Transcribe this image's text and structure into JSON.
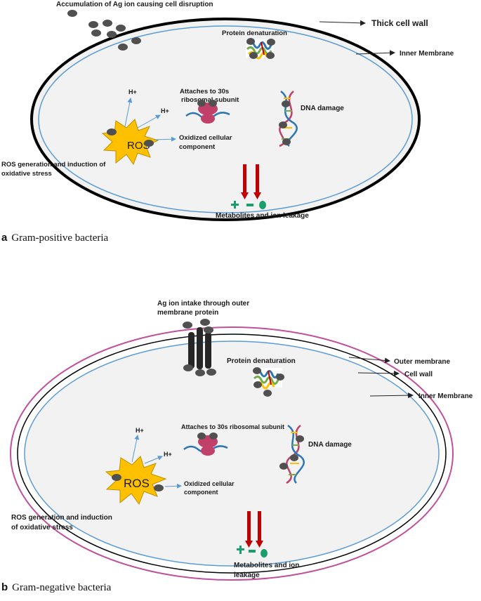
{
  "panel_a": {
    "letter": "a",
    "caption": "Gram-positive bacteria",
    "labels": {
      "accumulation": "Accumulation of Ag ion causing cell disruption",
      "thick_wall": "Thick cell wall",
      "inner_membrane": "Inner Membrane",
      "protein": "Protein denaturation",
      "ribosome_1": "Attaches to 30s",
      "ribosome_2": "ribosomal subunit",
      "dna": "DNA damage",
      "h_plus_1": "H+",
      "h_plus_2": "H+",
      "ros": "ROS",
      "oxidized_1": "Oxidized cellular",
      "oxidized_2": "component",
      "ros_gen_1": "ROS generation and induction of",
      "ros_gen_2": "oxidative stress",
      "metabolites": "Metabolites and ion leakage"
    }
  },
  "panel_b": {
    "letter": "b",
    "caption": "Gram-negative bacteria",
    "labels": {
      "intake_1": "Ag ion intake through outer",
      "intake_2": "membrane protein",
      "outer_membrane": "Outer membrane",
      "cell_wall": "Cell wall",
      "inner_membrane": "Inner Membrane",
      "protein": "Protein denaturation",
      "ribosome": "Attaches to 30s ribosomal subunit",
      "dna": "DNA damage",
      "h_plus_1": "H+",
      "h_plus_2": "H+",
      "ros": "ROS",
      "oxidized_1": "Oxidized cellular",
      "oxidized_2": "component",
      "ros_gen_1": "ROS generation and induction",
      "ros_gen_2": "of oxidative stress",
      "metabolites_1": "Metabolites and ion",
      "metabolites_2": "leakage"
    }
  },
  "colors": {
    "cytoplasm": "#f2f2f2",
    "thick_wall": "#000000",
    "inner_membrane": "#5b9bd5",
    "outer_membrane": "#c0509b",
    "ag_ion": "#505050",
    "ros_star": "#ffc000",
    "ribosome": "#c0406a",
    "leak_arrow": "#c00000",
    "ions": "#1a9e6e",
    "porin": "#262626",
    "pointer_arrow": "#5b9bd5"
  }
}
